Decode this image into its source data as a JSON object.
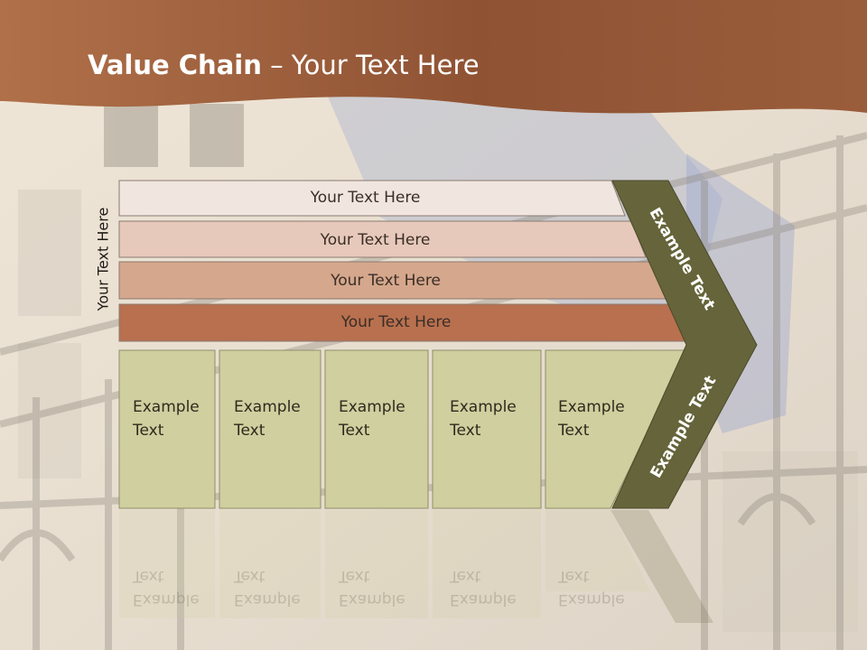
{
  "title": {
    "bold": "Value Chain",
    "rest": " – Your Text Here"
  },
  "side_label": "Your Text Here",
  "rows": [
    {
      "label": "Your Text Here",
      "color": "#f1e6df"
    },
    {
      "label": "Your Text Here",
      "color": "#e7c9bb"
    },
    {
      "label": "Your Text Here",
      "color": "#d5a78c"
    },
    {
      "label": "Your Text Here",
      "color": "#b8704f"
    }
  ],
  "columns": [
    {
      "line1": "Example",
      "line2": "Text"
    },
    {
      "line1": "Example",
      "line2": "Text"
    },
    {
      "line1": "Example",
      "line2": "Text"
    },
    {
      "line1": "Example",
      "line2": "Text"
    },
    {
      "line1": "Example",
      "line2": "Text"
    }
  ],
  "chevron": {
    "top_label": "Example Text",
    "bottom_label": "Example Text",
    "color": "#65643a"
  },
  "column_color": "#cfcf9f",
  "title_band_color": "#9a5a38"
}
